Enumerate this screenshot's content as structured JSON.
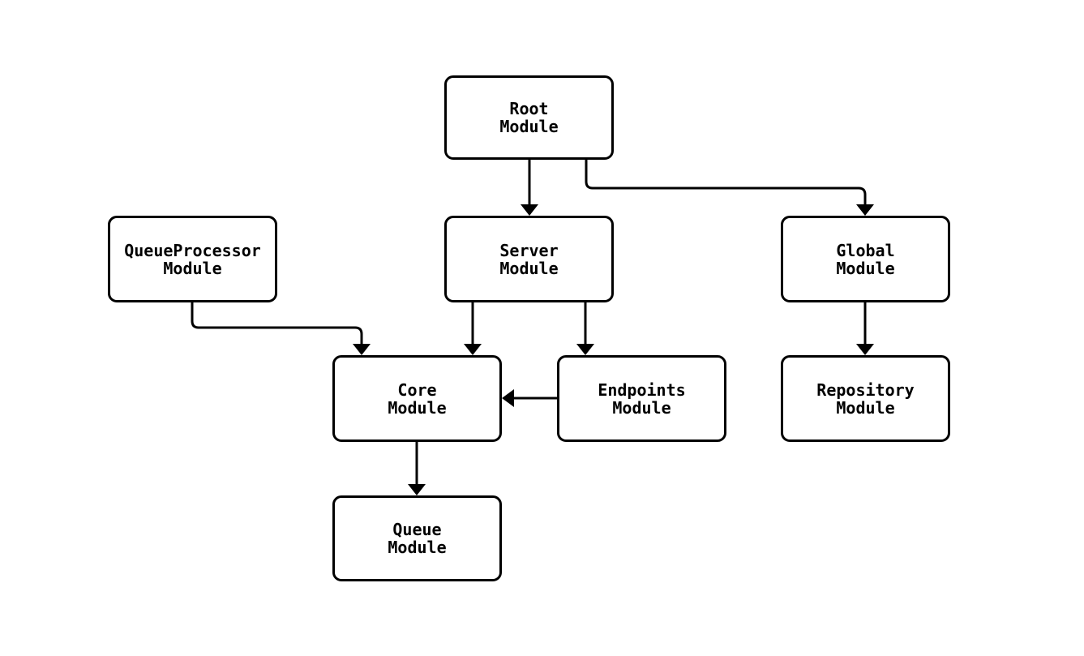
{
  "diagram": {
    "type": "flowchart",
    "direction": "top-down",
    "nodes": [
      {
        "id": "root",
        "line1": "Root",
        "line2": "Module"
      },
      {
        "id": "queueprocessor",
        "line1": "QueueProcessor",
        "line2": "Module"
      },
      {
        "id": "server",
        "line1": "Server",
        "line2": "Module"
      },
      {
        "id": "global",
        "line1": "Global",
        "line2": "Module"
      },
      {
        "id": "core",
        "line1": "Core",
        "line2": "Module"
      },
      {
        "id": "endpoints",
        "line1": "Endpoints",
        "line2": "Module"
      },
      {
        "id": "repository",
        "line1": "Repository",
        "line2": "Module"
      },
      {
        "id": "queue",
        "line1": "Queue",
        "line2": "Module"
      }
    ],
    "edges": [
      {
        "from": "root",
        "to": "server"
      },
      {
        "from": "root",
        "to": "global"
      },
      {
        "from": "queueprocessor",
        "to": "core"
      },
      {
        "from": "server",
        "to": "core"
      },
      {
        "from": "server",
        "to": "endpoints"
      },
      {
        "from": "endpoints",
        "to": "core"
      },
      {
        "from": "core",
        "to": "queue"
      },
      {
        "from": "global",
        "to": "repository"
      }
    ],
    "colors": {
      "background": "#ffffff",
      "node_fill": "#ffffff",
      "node_border": "#000000",
      "edge": "#000000",
      "text": "#000000"
    }
  }
}
